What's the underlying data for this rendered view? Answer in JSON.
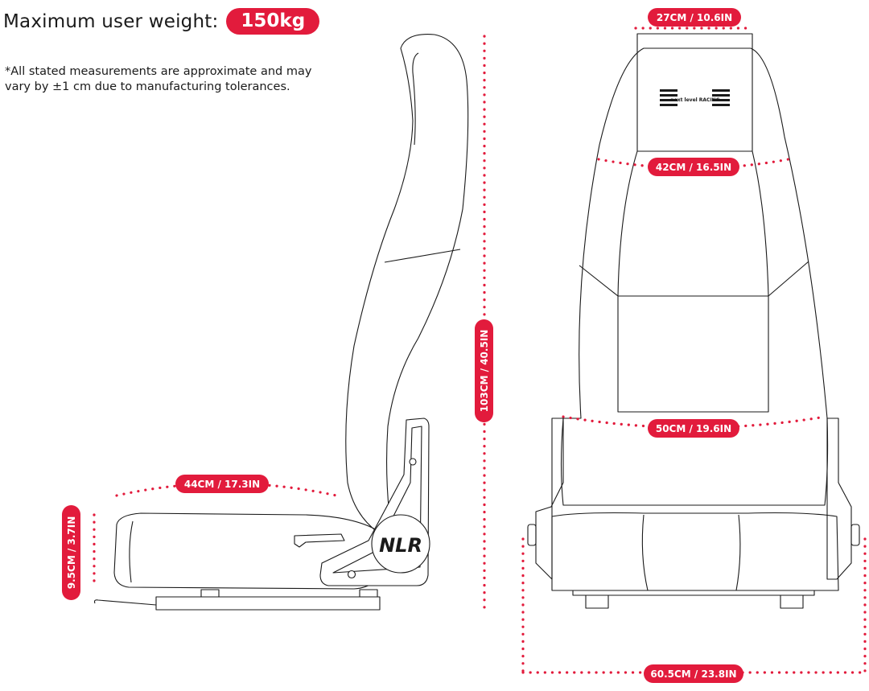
{
  "header": {
    "weight_label": "Maximum user weight:",
    "weight_value": "150kg"
  },
  "disclaimer": "*All stated measurements are approximate and may vary by ±1 cm due to manufacturing tolerances.",
  "logos": {
    "brand_text": "next level RACING",
    "side_badge_text": "NLR"
  },
  "dimensions": {
    "headrest_width": "27CM / 10.6IN",
    "shoulder_width": "42CM / 16.5IN",
    "back_height": "103CM / 40.5IN",
    "hip_width": "50CM / 19.6IN",
    "seat_depth": "44CM / 17.3IN",
    "seat_height": "9.5CM / 3.7IN",
    "base_width": "60.5CM / 23.8IN"
  },
  "colors": {
    "accent": "#e21b3c",
    "line": "#1a1a1a",
    "background": "#ffffff"
  }
}
